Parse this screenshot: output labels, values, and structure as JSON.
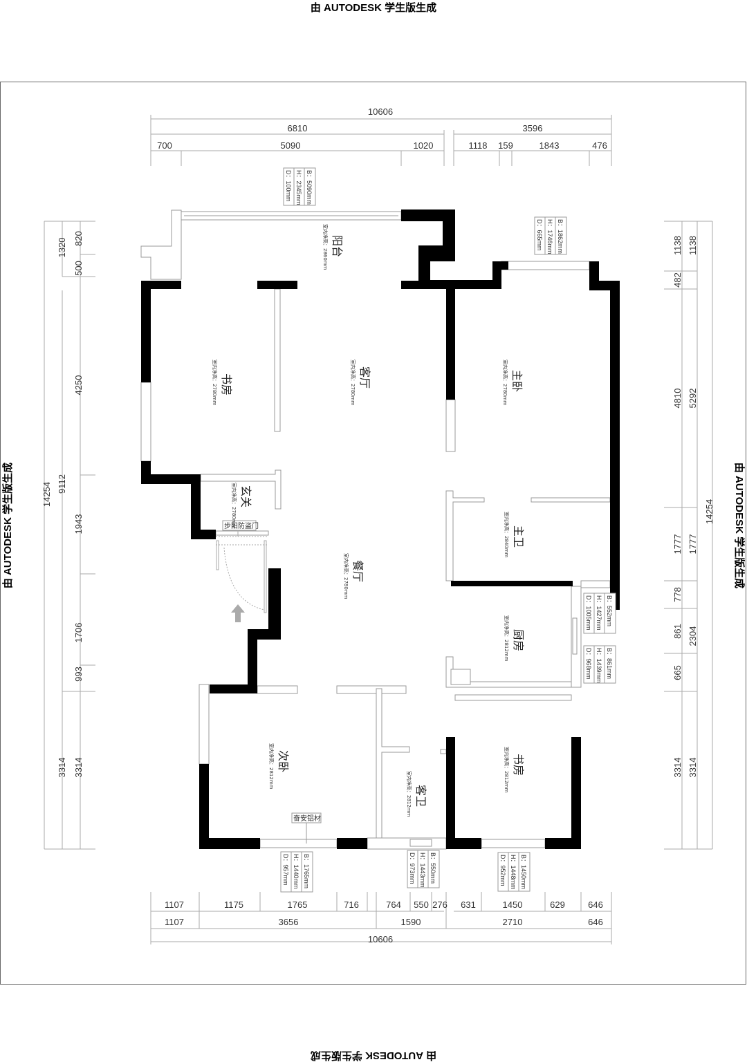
{
  "watermark": "由 AUTODESK 学生版生成",
  "dims": {
    "top": {
      "total": "10606",
      "row2": [
        "6810",
        "3596"
      ],
      "row3": [
        "700",
        "5090",
        "1020",
        "1118",
        "159",
        "1843",
        "476"
      ]
    },
    "bottom": {
      "row1": [
        "1107",
        "1175",
        "1765",
        "716",
        "764",
        "550",
        "276",
        "631",
        "1450",
        "629",
        "646"
      ],
      "row2": [
        "1107",
        "3656",
        "1590",
        "2710",
        "646"
      ],
      "total": "10606"
    },
    "left": {
      "outer": [
        "1320",
        "9112",
        "3314"
      ],
      "inner": [
        "820",
        "500",
        "4250",
        "1943",
        "1706",
        "993",
        "3314"
      ],
      "total": "14254"
    },
    "right": {
      "inner": [
        "1138",
        "482",
        "4810",
        "1777",
        "778",
        "861",
        "665",
        "3314"
      ],
      "outer": [
        "1138",
        "5292",
        "1777",
        "2304",
        "3314"
      ],
      "total": "14254"
    }
  },
  "height_prefix": "室内净高：",
  "rooms": [
    {
      "name": "阳台",
      "height": "2860mm"
    },
    {
      "name": "书房",
      "height": "2780mm"
    },
    {
      "name": "客厅",
      "height": "2780mm"
    },
    {
      "name": "主卧",
      "height": "2780mm"
    },
    {
      "name": "玄关",
      "height": "2780mm"
    },
    {
      "name": "餐厅",
      "height": "2780mm"
    },
    {
      "name": "主卫",
      "height": "2840mm"
    },
    {
      "name": "厨房",
      "height": "2812mm"
    },
    {
      "name": "次卧",
      "height": "2812mm"
    },
    {
      "name": "客卫",
      "height": "2812mm"
    },
    {
      "name": "书房",
      "height": "2812mm"
    }
  ],
  "windows": [
    {
      "b": "B：5090mm",
      "h": "H：2345mm",
      "d": "D：100mm"
    },
    {
      "b": "B：1862mm",
      "h": "H：1746mm",
      "d": "D：665mm"
    },
    {
      "b": "B：552mm",
      "h": "H：1427mm",
      "d": "D：1005mm"
    },
    {
      "b": "B：861mm",
      "h": "H：1439mm",
      "d": "D：968mm"
    },
    {
      "b": "B：1765mm",
      "h": "H：1440mm",
      "d": "D：957mm"
    },
    {
      "b": "B：550mm",
      "h": "H：1443mm",
      "d": "D：973mm"
    },
    {
      "b": "B：1450mm",
      "h": "H：1448mm",
      "d": "D：952mm"
    }
  ],
  "tags": {
    "door": "步阳防盗门",
    "window_brand": "奋安铝材"
  }
}
